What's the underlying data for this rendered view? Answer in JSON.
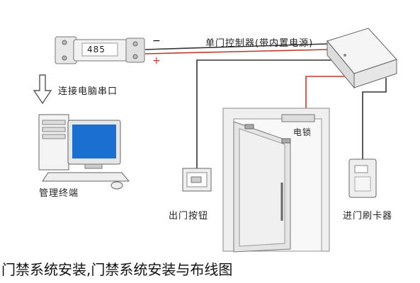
{
  "labels": {
    "controller": "单门控制器(带内置电源)",
    "serial_port": "连接电脑串口",
    "terminal": "管理终端",
    "exit_button": "出门按钮",
    "electric_lock": "电锁",
    "card_reader": "进门刷卡器",
    "converter_display": "485",
    "minus": "−",
    "plus": "+"
  },
  "caption": "门禁系统安装,门禁系统安装与布线图",
  "colors": {
    "wire_black": "#333333",
    "wire_red": "#c0392b",
    "screen": "#1a6fd1"
  }
}
